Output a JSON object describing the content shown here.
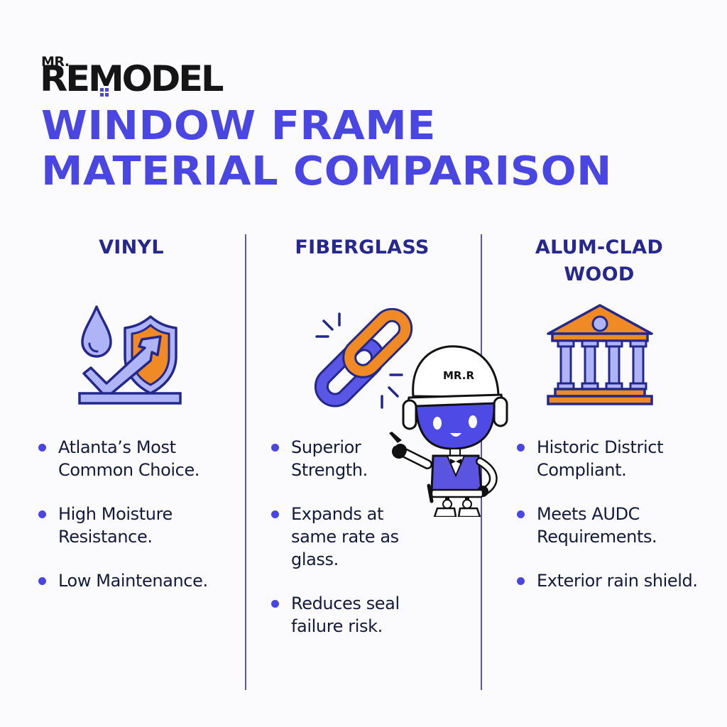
{
  "brand": {
    "prefix": "MR.",
    "name": "REMODEL",
    "accent_color": "#4b45e6",
    "text_color": "#151515"
  },
  "title": {
    "line1": "WINDOW FRAME",
    "line2": "MATERIAL COMPARISON",
    "color": "#4a46e2"
  },
  "columns": [
    {
      "heading_line1": "VINYL",
      "heading_line2": "",
      "icon": "water-drop-shield-icon",
      "bullets": [
        "Atlanta’s Most Common Choice.",
        "High Moisture Resistance.",
        "Low Maintenance."
      ]
    },
    {
      "heading_line1": "FIBERGLASS",
      "heading_line2": "",
      "icon": "chain-link-icon",
      "bullets": [
        "Superior Strength.",
        "Expands at same rate as glass.",
        "Reduces seal failure risk."
      ]
    },
    {
      "heading_line1": "ALUM-CLAD",
      "heading_line2": "WOOD",
      "icon": "historic-building-icon",
      "bullets": [
        "Historic District Compliant.",
        "Meets AUDC Requirements.",
        "Exterior rain shield."
      ]
    }
  ],
  "mascot": {
    "helmet_text": "MR.R",
    "face_color": "#4e4ae6",
    "vest_color": "#5a54e0"
  },
  "colors": {
    "primary": "#4a46e2",
    "heading": "#26288e",
    "orange": "#f08a24",
    "light_blue": "#aeb4f5",
    "outline": "#23288a",
    "divider": "#5856b8"
  }
}
